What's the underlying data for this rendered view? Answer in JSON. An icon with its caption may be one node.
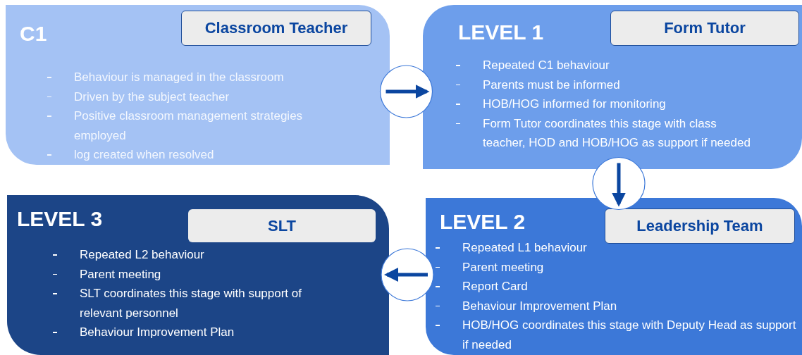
{
  "diagram": {
    "nodes": [
      {
        "text": [
          "C1",
          "Behaviour is managed in the classroom",
          "Driven by the subject teacher",
          "Positive classroom management strategies employed",
          "log created when resolved"
        ]
      },
      {
        "text": [
          "Classroom Teacher"
        ],
        "in": 0
      },
      {
        "text": [
          "LEVEL 1",
          "Repeated C1 behaviour",
          "Parents must be informed",
          "HOB/HOG informed for monitoring",
          "Form Tutor coordinates this stage with class teacher, HOD and HOB/HOG as support if needed"
        ]
      },
      {
        "text": [
          "Form Tutor"
        ],
        "in": 2
      },
      {
        "text": [
          "LEVEL 3",
          "Repeated L2 behaviour",
          "Parent meeting",
          "SLT coordinates this stage with support of relevant personnel",
          "Behaviour Improvement Plan"
        ]
      },
      {
        "text": [
          "SLT"
        ],
        "in": 4
      },
      {
        "text": [
          "LEVEL 2",
          "Repeated L1 behaviour",
          "Parent meeting",
          "Report Card",
          "Behaviour Improvement Plan",
          "HOB/HOG coordinates this stage with Deputy Head as support if needed"
        ]
      },
      {
        "text": [
          "Leadership Team"
        ],
        "in": 6
      }
    ],
    "edges": [
      {
        "from": 0,
        "to": 2,
        "arrow": "to"
      },
      {
        "from": 2,
        "to": 6,
        "arrow": "to"
      },
      {
        "from": 6,
        "to": 4,
        "arrow": "to"
      }
    ]
  }
}
